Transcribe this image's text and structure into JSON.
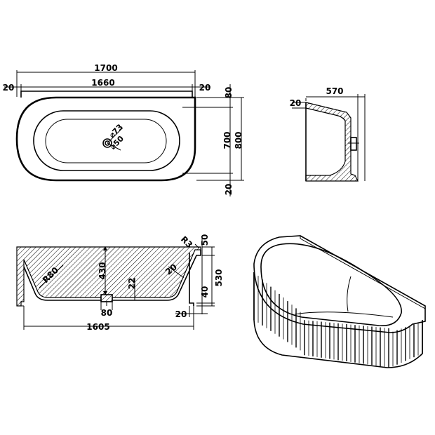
{
  "top_view": {
    "dims": {
      "overall_length": "1700",
      "inner_length": "1660",
      "left_rim": "20",
      "right_rim": "20",
      "top_rim": "80",
      "inner_width": "700",
      "overall_width": "800",
      "bottom_rim": "20"
    },
    "drain_outer": "⌀73",
    "drain_inner": "⌀50"
  },
  "side_section": {
    "dims": {
      "overall_depth": "570",
      "wall_thickness": "20"
    }
  },
  "front_section": {
    "dims": {
      "radius_large": "R80",
      "inner_depth": "430",
      "wall": "22",
      "radius_side": "20",
      "radius_top": "R3",
      "rim_height": "50",
      "overall_height": "530",
      "base_gap": "40",
      "base_offset": "20",
      "drain_width": "80",
      "base_length": "1605"
    }
  },
  "perspective_view": {
    "fluting": "vertical-ribs"
  }
}
